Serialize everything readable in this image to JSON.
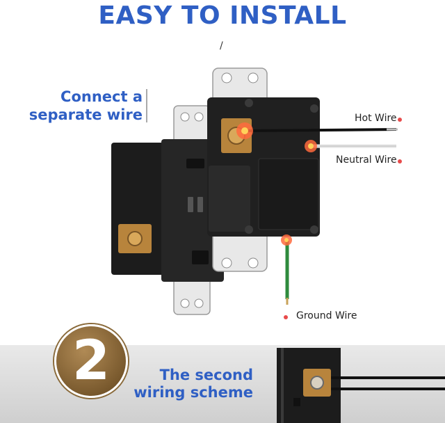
{
  "title": "EASY TO INSTALL",
  "slash": "/",
  "connect": {
    "line1": "Connect a",
    "line2": "separate wire"
  },
  "wires": {
    "hot": "Hot Wire",
    "neutral": "Neutral Wire",
    "ground": "Ground Wire"
  },
  "badge": {
    "number": "2"
  },
  "second": {
    "line1": "The second",
    "line2": "wiring scheme"
  },
  "colors": {
    "title": "#2f5fc4",
    "accent_dot": "#e84b4b",
    "badge": "#7a5a2e",
    "ground_wire": "#2e8b3d",
    "outlet_body": "#222222"
  }
}
